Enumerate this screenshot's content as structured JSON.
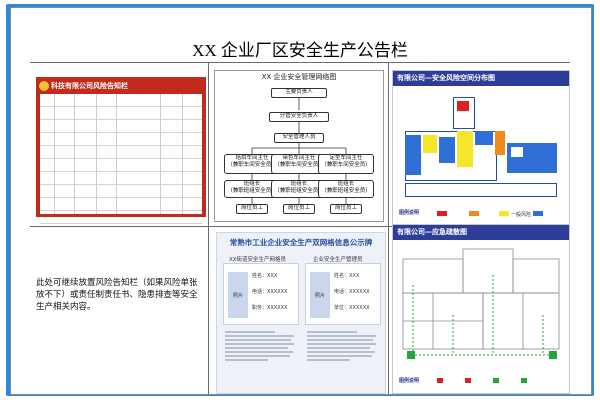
{
  "page": {
    "title": "XX 企业厂区安全生产公告栏"
  },
  "risk_notice": {
    "title": "科技有限公司风险告知栏"
  },
  "org_chart": {
    "title": "XX 企业安全管理网络图",
    "top": "主要负责人",
    "deputy": "分管安全负责人",
    "manager": "安全管理人员",
    "workshops": [
      {
        "lead": "焙烘车间主任",
        "lead_sub": "（兼职车间安全员）",
        "team": "班组长",
        "team_sub": "（兼职班组安全员）",
        "worker": "岗位员工"
      },
      {
        "lead": "染色车间主任",
        "lead_sub": "（兼职车间安全员）",
        "team": "班组长",
        "team_sub": "（兼职班组安全员）",
        "worker": "岗位员工"
      },
      {
        "lead": "定型车间主任",
        "lead_sub": "（兼职车间安全员）",
        "team": "班组长",
        "team_sub": "（兼职班组安全员）",
        "worker": "岗位员工"
      }
    ]
  },
  "risk_map": {
    "title": "有限公司—安全风险空间分布图",
    "legend_label": "图例说明",
    "legend": [
      {
        "label": "",
        "color": "#e02020"
      },
      {
        "label": "",
        "color": "#f08a1a"
      },
      {
        "label": "一般风险",
        "color": "#f5e62a"
      },
      {
        "label": "",
        "color": "#2f6fd6"
      }
    ]
  },
  "note": {
    "text": "此处可继续放置风险告知栏（如果风险单张放不下）或责任制责任书、隐患排查等安全生产相关内容。"
  },
  "grid_board": {
    "title": "常熟市工业企业安全生产双网格信息公示牌",
    "left_title": "XX街道安全生产网格员",
    "right_title": "企业安全生产管理员",
    "photo_label": "照片",
    "cards": [
      {
        "name": "姓名：XXX",
        "phone": "电话：XXXXXX",
        "unit": "职务：XXXXXX"
      },
      {
        "name": "姓名：XXX",
        "phone": "电话：XXXXXX",
        "unit": "单位：XXXXXX"
      }
    ]
  },
  "evac_map": {
    "title": "有限公司—应急疏散图",
    "legend_label": "图例说明"
  }
}
